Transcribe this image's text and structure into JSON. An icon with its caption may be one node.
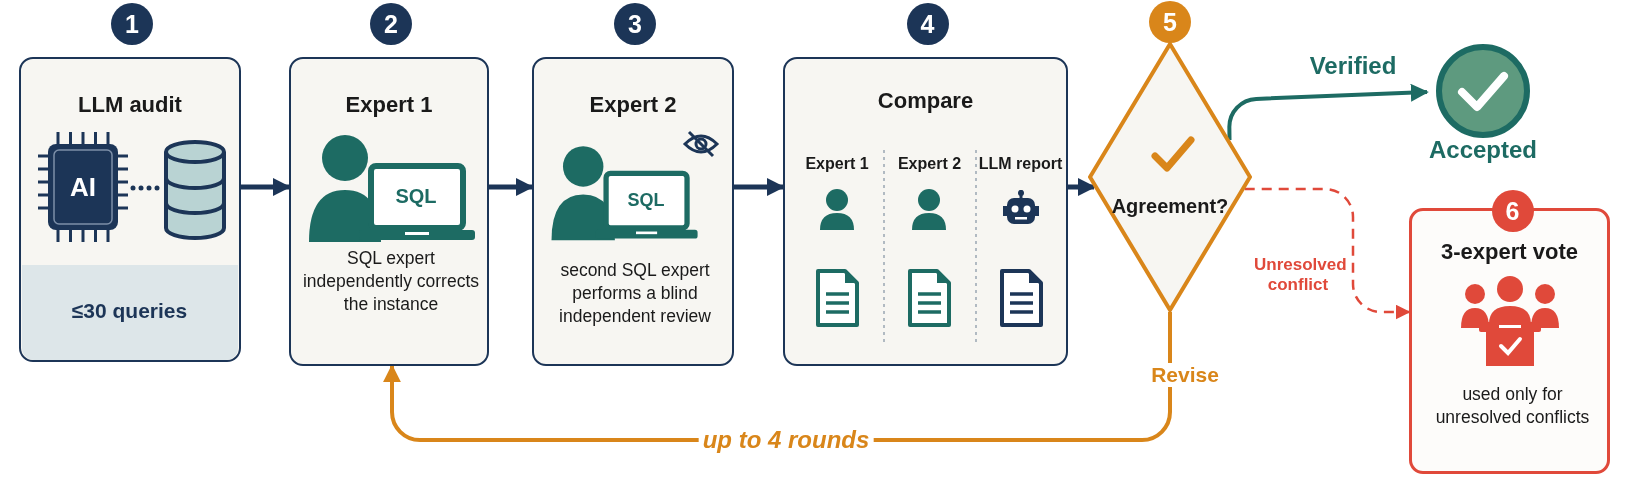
{
  "diagram": {
    "nodes": [
      {
        "text": [
          "1",
          "LLM audit"
        ]
      },
      {
        "text": [
          "≤30 queries"
        ],
        "in": 0
      },
      {
        "text": [
          "2",
          "Expert 1",
          "SQL expert independently corrects the instance"
        ]
      },
      {
        "text": [
          "3",
          "Expert 2",
          "second SQL expert performs a blind independent review"
        ]
      },
      {
        "text": [
          "4",
          "Compare"
        ]
      },
      {
        "text": [
          "Expert 1"
        ],
        "in": 4
      },
      {
        "text": [
          "Expert 2"
        ],
        "in": 4
      },
      {
        "text": [
          "LLM report"
        ],
        "in": 4
      },
      {
        "text": [
          "5",
          "Agreement?"
        ],
        "beside": [
          "Revise"
        ]
      },
      {
        "text": [
          "Accepted"
        ]
      },
      {
        "text": [
          "6",
          "3-expert vote",
          "used only for unresolved conflicts"
        ]
      }
    ],
    "edges": [
      {
        "from": 0,
        "to": 2,
        "arrow": "to"
      },
      {
        "from": 2,
        "to": 3,
        "arrow": "to"
      },
      {
        "from": 3,
        "to": 4,
        "arrow": "to"
      },
      {
        "from": 4,
        "to": 8,
        "arrow": "to"
      },
      {
        "from": 8,
        "to": 9,
        "arrow": "to",
        "label": "Verified",
        "color": "#1d6b63"
      },
      {
        "from": 8,
        "to": 10,
        "arrow": "to",
        "label": "Unresolved conflict",
        "style": "dashed",
        "color": "#e0493a"
      },
      {
        "from": 8,
        "to": 2,
        "arrow": "to",
        "label": "up to 4 rounds",
        "color": "#d9861a"
      }
    ],
    "labels": [
      "AI",
      "SQL",
      "SQL"
    ]
  }
}
